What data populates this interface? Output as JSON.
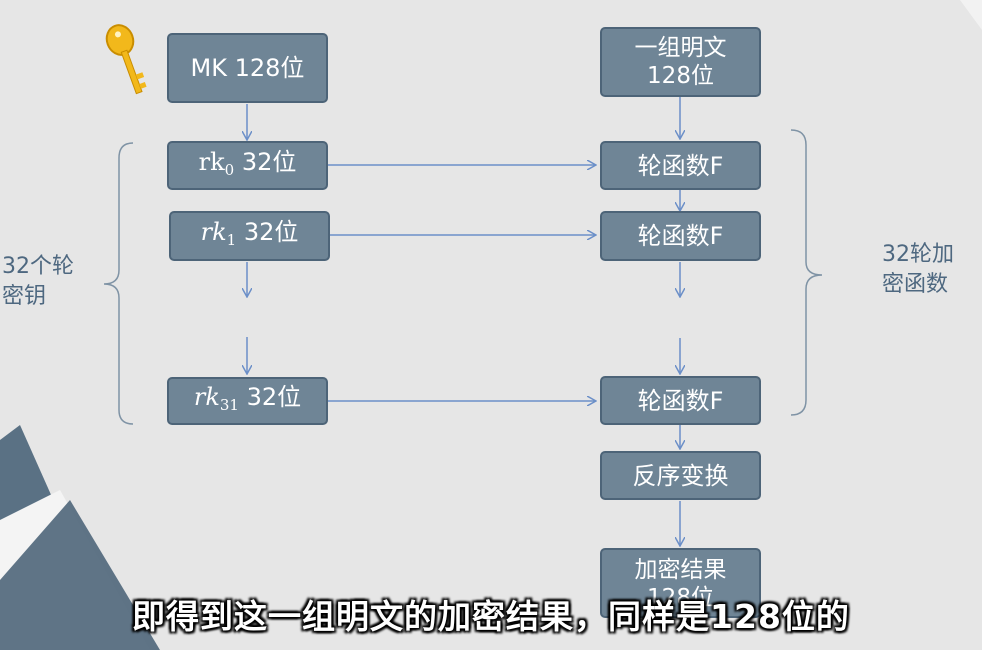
{
  "key_box": {
    "label": "MK 128位"
  },
  "plaintext_box": {
    "line1": "一组明文",
    "line2": "128位"
  },
  "round_keys": [
    {
      "base": "rk",
      "sub": "0",
      "suffix": " 32位"
    },
    {
      "base": "rk",
      "sub": "1",
      "suffix": " 32位"
    },
    {
      "base": "rk",
      "sub": "31",
      "suffix": " 32位"
    }
  ],
  "round_function": {
    "label": "轮函数F"
  },
  "reverse_box": {
    "label": "反序变换"
  },
  "result_box": {
    "line1": "加密结果",
    "line2": "128位"
  },
  "left_label": {
    "line1": "32个轮",
    "line2": "密钥"
  },
  "right_label": {
    "line1": "32轮加",
    "line2": "密函数"
  },
  "subtitle": "即得到这一组明文的加密结果，同样是128位的",
  "colors": {
    "box_fill": "#6f8596",
    "box_border": "#4d6478",
    "arrow": "#6b8fc8",
    "label": "#4e6880"
  }
}
